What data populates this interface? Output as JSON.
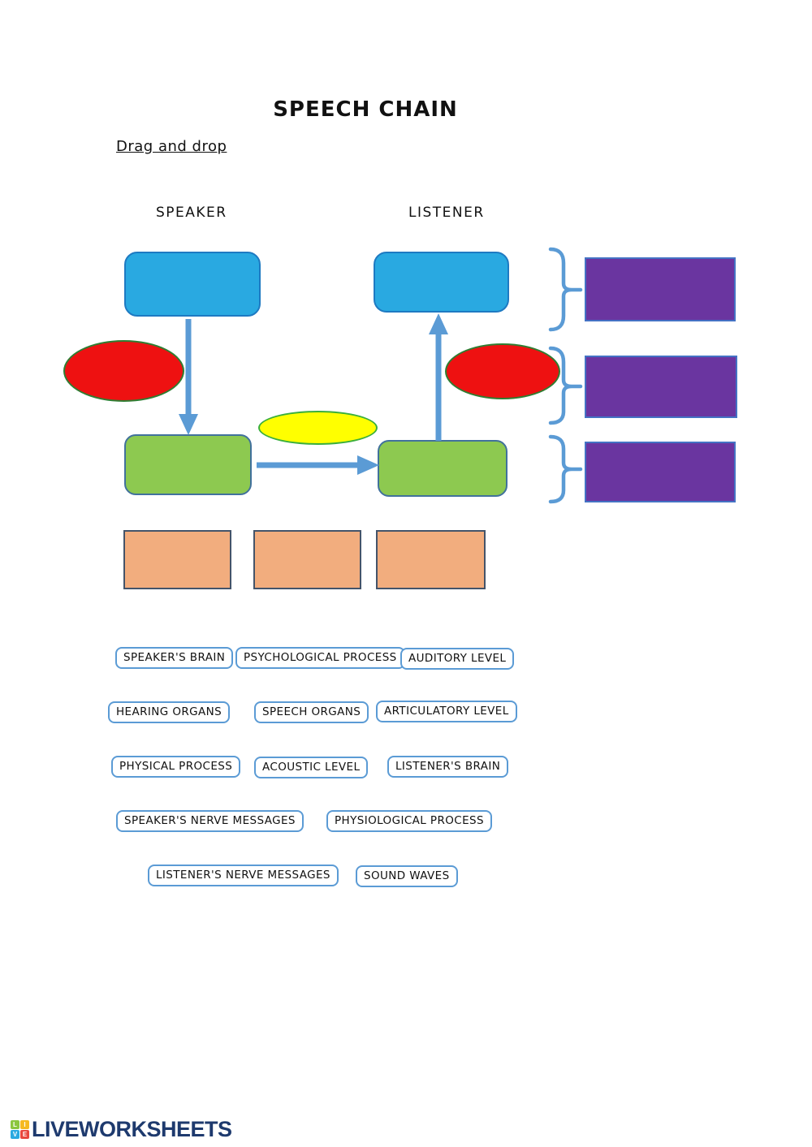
{
  "page": {
    "title": "SPEECH CHAIN",
    "instruction": "Drag and drop",
    "speaker_label": "SPEAKER",
    "listener_label": "LISTENER"
  },
  "colors": {
    "shape_blue": "#29a9e1",
    "shape_blue_border": "#1e7ac2",
    "shape_red": "#ee1111",
    "shape_red_border": "#2f7d32",
    "shape_yellow": "#ffff00",
    "shape_yellow_border": "#3aaf3c",
    "shape_green": "#8dc950",
    "shape_green_border": "#41719c",
    "shape_purple": "#6a35a0",
    "shape_purple_border": "#4472c4",
    "shape_orange": "#f2ad7e",
    "shape_orange_border": "#44546a",
    "arrow_blue": "#5b9bd5",
    "pill_border": "#5b9bd5",
    "brand_navy": "#1e3a6e"
  },
  "word_bank": {
    "items": [
      {
        "label": "SPEAKER'S BRAIN"
      },
      {
        "label": "PSYCHOLOGICAL PROCESS"
      },
      {
        "label": "AUDITORY LEVEL"
      },
      {
        "label": "HEARING ORGANS"
      },
      {
        "label": "SPEECH ORGANS"
      },
      {
        "label": "ARTICULATORY LEVEL"
      },
      {
        "label": "PHYSICAL PROCESS"
      },
      {
        "label": "ACOUSTIC LEVEL"
      },
      {
        "label": "LISTENER'S BRAIN"
      },
      {
        "label": "SPEAKER'S NERVE MESSAGES"
      },
      {
        "label": "PHYSIOLOGICAL PROCESS"
      },
      {
        "label": "LISTENER'S NERVE MESSAGES"
      },
      {
        "label": "SOUND WAVES"
      }
    ]
  },
  "footer": {
    "brand": "LIVEWORKSHEETS",
    "logo_letters": [
      "L",
      "I",
      "V",
      "E"
    ]
  }
}
